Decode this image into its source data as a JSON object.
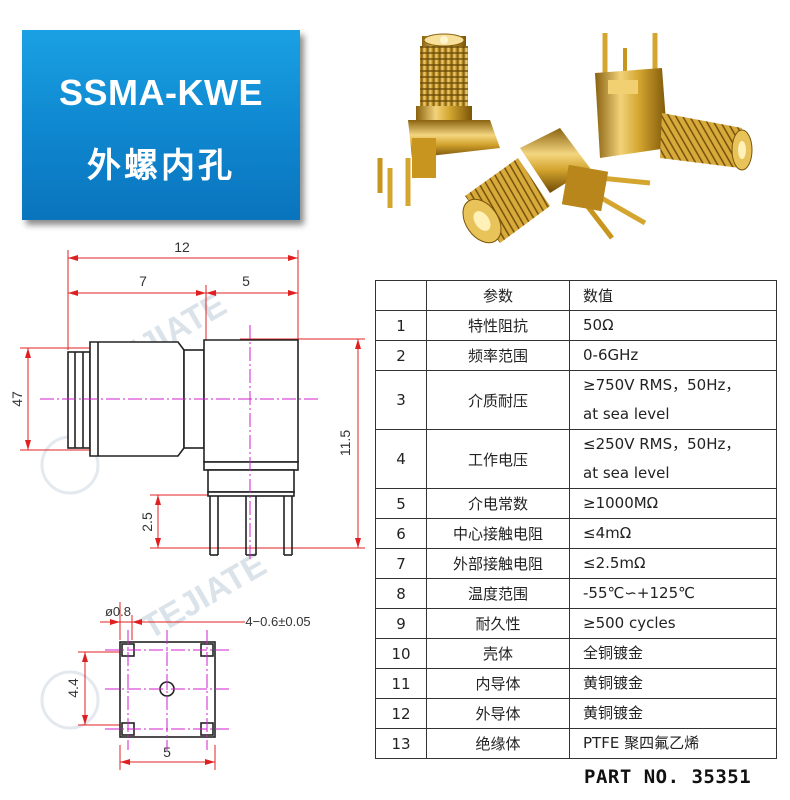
{
  "banner": {
    "model": "SSMA-KWE",
    "subtitle": "外螺内孔"
  },
  "watermark": {
    "brand": "TEJIATE"
  },
  "drawing": {
    "dim_total_width": "12",
    "dim_left_width": "7",
    "dim_right_width": "5",
    "dim_left_height": "47",
    "dim_right_height": "11.5",
    "dim_pin_length": "2.5",
    "dim_pin_dia": "ø0.8",
    "dim_pin_spec": "4−0.6±0.05",
    "dim_pin_spacing": "4.4",
    "dim_base_width": "5"
  },
  "table": {
    "header": {
      "param": "参数",
      "value": "数值"
    },
    "rows": [
      {
        "no": "1",
        "param": "特性阻抗",
        "value": [
          "50Ω"
        ]
      },
      {
        "no": "2",
        "param": "频率范围",
        "value": [
          "0-6GHz"
        ]
      },
      {
        "no": "3",
        "param": "介质耐压",
        "value": [
          "≥750V RMS，50Hz，",
          "at sea level"
        ]
      },
      {
        "no": "4",
        "param": "工作电压",
        "value": [
          "≤250V RMS，50Hz，",
          "at sea level"
        ]
      },
      {
        "no": "5",
        "param": "介电常数",
        "value": [
          "≥1000MΩ"
        ]
      },
      {
        "no": "6",
        "param": "中心接触电阻",
        "value": [
          "≤4mΩ"
        ]
      },
      {
        "no": "7",
        "param": "外部接触电阻",
        "value": [
          "≤2.5mΩ"
        ]
      },
      {
        "no": "8",
        "param": "温度范围",
        "value": [
          "-55℃∽+125℃"
        ]
      },
      {
        "no": "9",
        "param": "耐久性",
        "value": [
          "≥500 cycles"
        ]
      },
      {
        "no": "10",
        "param": "壳体",
        "value": [
          "全铜镀金"
        ]
      },
      {
        "no": "11",
        "param": "内导体",
        "value": [
          "黄铜镀金"
        ]
      },
      {
        "no": "12",
        "param": "外导体",
        "value": [
          "黄铜镀金"
        ]
      },
      {
        "no": "13",
        "param": "绝缘体",
        "value": [
          "PTFE 聚四氟乙烯"
        ]
      }
    ]
  },
  "part_no": "PART NO. 35351",
  "colors": {
    "banner_blue": "#0e86cf",
    "dimension_red": "#e02020",
    "center_line_magenta": "#d020d0",
    "gold": "#d4a630"
  }
}
